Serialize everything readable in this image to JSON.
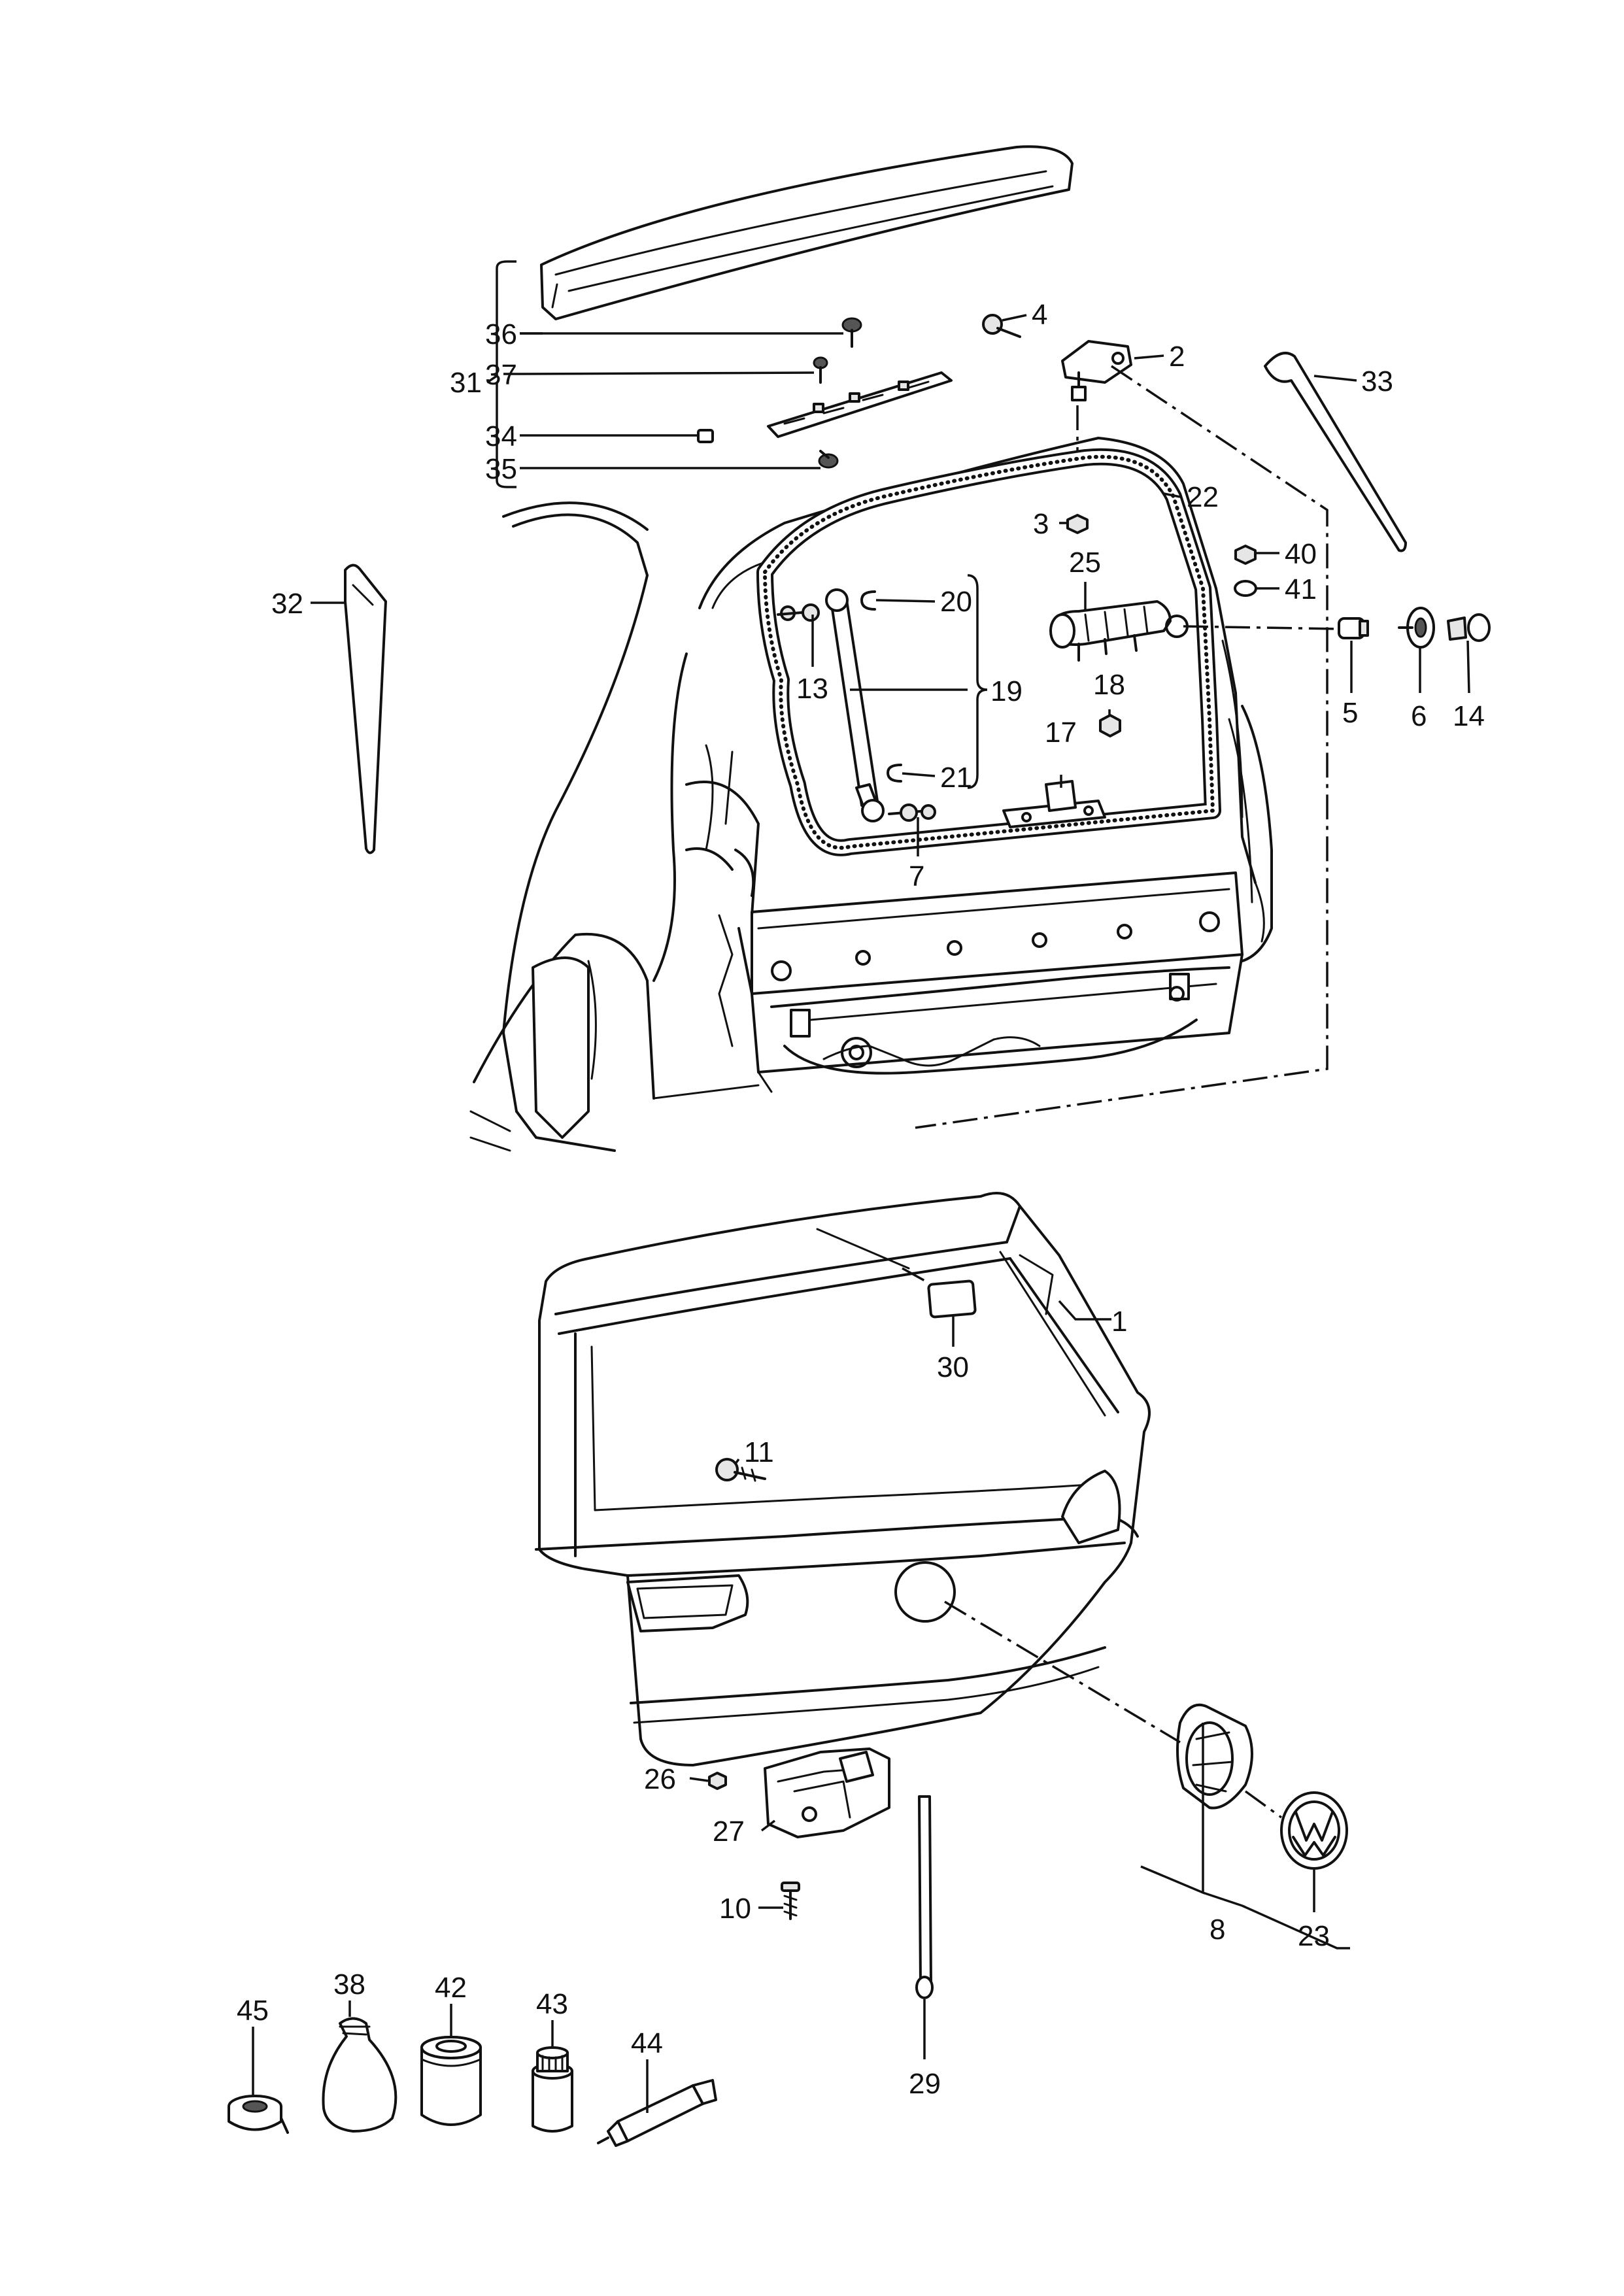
{
  "callouts": [
    {
      "id": "c1",
      "text": "1"
    },
    {
      "id": "c2",
      "text": "2"
    },
    {
      "id": "c3",
      "text": "3"
    },
    {
      "id": "c4",
      "text": "4"
    },
    {
      "id": "c5",
      "text": "5"
    },
    {
      "id": "c6",
      "text": "6"
    },
    {
      "id": "c7",
      "text": "7"
    },
    {
      "id": "c8",
      "text": "8"
    },
    {
      "id": "c10",
      "text": "10"
    },
    {
      "id": "c11",
      "text": "11"
    },
    {
      "id": "c13",
      "text": "13"
    },
    {
      "id": "c14",
      "text": "14"
    },
    {
      "id": "c17",
      "text": "17"
    },
    {
      "id": "c18",
      "text": "18"
    },
    {
      "id": "c19",
      "text": "19"
    },
    {
      "id": "c20",
      "text": "20"
    },
    {
      "id": "c21",
      "text": "21"
    },
    {
      "id": "c22",
      "text": "22"
    },
    {
      "id": "c23",
      "text": "23"
    },
    {
      "id": "c25",
      "text": "25"
    },
    {
      "id": "c26",
      "text": "26"
    },
    {
      "id": "c27",
      "text": "27"
    },
    {
      "id": "c29",
      "text": "29"
    },
    {
      "id": "c30",
      "text": "30"
    },
    {
      "id": "c31",
      "text": "31"
    },
    {
      "id": "c32",
      "text": "32"
    },
    {
      "id": "c33",
      "text": "33"
    },
    {
      "id": "c34",
      "text": "34"
    },
    {
      "id": "c35",
      "text": "35"
    },
    {
      "id": "c36",
      "text": "36"
    },
    {
      "id": "c37",
      "text": "37"
    },
    {
      "id": "c38",
      "text": "38"
    },
    {
      "id": "c40",
      "text": "40"
    },
    {
      "id": "c41",
      "text": "41"
    },
    {
      "id": "c42",
      "text": "42"
    },
    {
      "id": "c43",
      "text": "43"
    },
    {
      "id": "c44",
      "text": "44"
    },
    {
      "id": "c45",
      "text": "45"
    }
  ]
}
